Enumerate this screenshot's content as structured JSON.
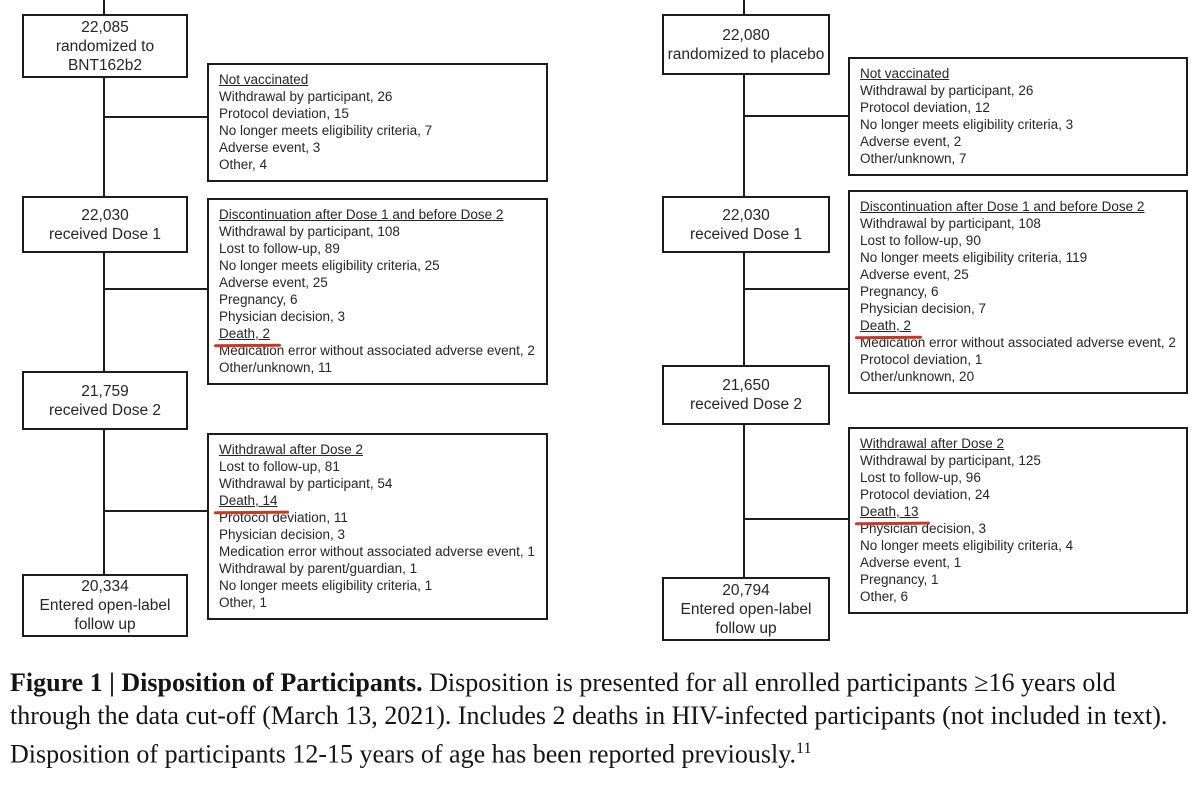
{
  "colors": {
    "line": "#1c1c1c",
    "text": "#262626",
    "death_underline": "#c43b2b",
    "background": "#ffffff"
  },
  "flowchart": {
    "left_arm": {
      "main_boxes": [
        {
          "lines": [
            "22,085",
            "randomized to",
            "BNT162b2"
          ]
        },
        {
          "lines": [
            "22,030",
            "received Dose 1"
          ]
        },
        {
          "lines": [
            "21,759",
            "received Dose 2"
          ]
        },
        {
          "lines": [
            "20,334",
            "Entered open-label",
            "follow up"
          ]
        }
      ],
      "side_boxes": [
        {
          "title": "Not vaccinated",
          "items": [
            {
              "text": "Withdrawal by participant, 26"
            },
            {
              "text": "Protocol deviation, 15"
            },
            {
              "text": "No longer meets eligibility criteria, 7"
            },
            {
              "text": "Adverse event, 3"
            },
            {
              "text": "Other, 4"
            }
          ]
        },
        {
          "title": "Discontinuation after Dose 1 and before Dose 2",
          "items": [
            {
              "text": "Withdrawal by participant, 108"
            },
            {
              "text": "Lost to follow-up, 89"
            },
            {
              "text": "No longer meets eligibility criteria, 25"
            },
            {
              "text": "Adverse event, 25"
            },
            {
              "text": "Pregnancy, 6"
            },
            {
              "text": "Physician decision, 3"
            },
            {
              "text": "Death, 2",
              "red_underline": true
            },
            {
              "text": "Medication error without associated adverse event, 2"
            },
            {
              "text": "Other/unknown, 11"
            }
          ]
        },
        {
          "title": "Withdrawal after Dose 2",
          "items": [
            {
              "text": "Lost to follow-up, 81"
            },
            {
              "text": "Withdrawal by participant, 54"
            },
            {
              "text": "Death, 14",
              "red_underline": true
            },
            {
              "text": "Protocol deviation, 11"
            },
            {
              "text": "Physician decision, 3"
            },
            {
              "text": "Medication error without associated adverse event, 1"
            },
            {
              "text": "Withdrawal by parent/guardian, 1"
            },
            {
              "text": "No longer meets eligibility criteria, 1"
            },
            {
              "text": "Other, 1"
            }
          ]
        }
      ]
    },
    "right_arm": {
      "main_boxes": [
        {
          "lines": [
            "22,080",
            "randomized to placebo"
          ]
        },
        {
          "lines": [
            "22,030",
            "received Dose 1"
          ]
        },
        {
          "lines": [
            "21,650",
            "received Dose 2"
          ]
        },
        {
          "lines": [
            "20,794",
            "Entered open-label",
            "follow up"
          ]
        }
      ],
      "side_boxes": [
        {
          "title": "Not vaccinated",
          "items": [
            {
              "text": "Withdrawal by participant, 26"
            },
            {
              "text": "Protocol deviation, 12"
            },
            {
              "text": "No longer meets eligibility criteria, 3"
            },
            {
              "text": "Adverse event, 2"
            },
            {
              "text": "Other/unknown, 7"
            }
          ]
        },
        {
          "title": "Discontinuation after Dose 1 and before Dose 2",
          "items": [
            {
              "text": "Withdrawal by participant, 108"
            },
            {
              "text": "Lost to follow-up, 90"
            },
            {
              "text": "No longer meets eligibility criteria, 119"
            },
            {
              "text": "Adverse event, 25"
            },
            {
              "text": "Pregnancy, 6"
            },
            {
              "text": "Physician decision, 7"
            },
            {
              "text": "Death, 2",
              "red_underline": true
            },
            {
              "text": "Medication error without associated adverse event, 2"
            },
            {
              "text": "Protocol deviation, 1"
            },
            {
              "text": "Other/unknown, 20"
            }
          ]
        },
        {
          "title": "Withdrawal after Dose 2",
          "items": [
            {
              "text": "Withdrawal by participant, 125"
            },
            {
              "text": "Lost to follow-up, 96"
            },
            {
              "text": "Protocol deviation, 24"
            },
            {
              "text": "Death, 13",
              "red_underline": true
            },
            {
              "text": "Physician decision, 3"
            },
            {
              "text": "No longer meets eligibility criteria, 4"
            },
            {
              "text": "Adverse event, 1"
            },
            {
              "text": "Pregnancy, 1"
            },
            {
              "text": "Other, 6"
            }
          ]
        }
      ]
    }
  },
  "caption": {
    "bold": "Figure 1 | Disposition of Participants.",
    "rest": " Disposition is presented for all enrolled participants ≥16 years old through the data cut-off (March 13, 2021). Includes 2 deaths in HIV-infected participants (not included in text). Disposition of participants 12-15 years of age has been reported previously.",
    "superscript": "11"
  }
}
